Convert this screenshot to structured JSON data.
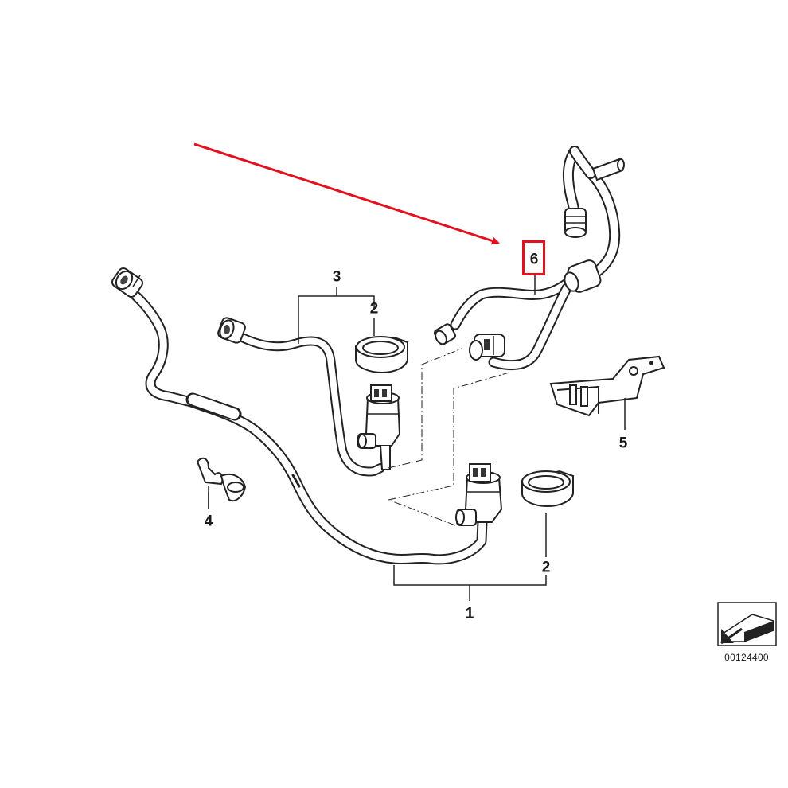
{
  "callouts": {
    "part_1": "1",
    "part_2_upper": "2",
    "part_2_lower": "2",
    "part_3": "3",
    "part_4": "4",
    "part_5": "5",
    "part_6": "6"
  },
  "catalog_number": "00124400",
  "highlight": {
    "target_part": "6",
    "box_color": "#e3101f",
    "arrow_color": "#e3101f"
  },
  "icons": {
    "catalog_badge": "direction-arrow-icon"
  }
}
